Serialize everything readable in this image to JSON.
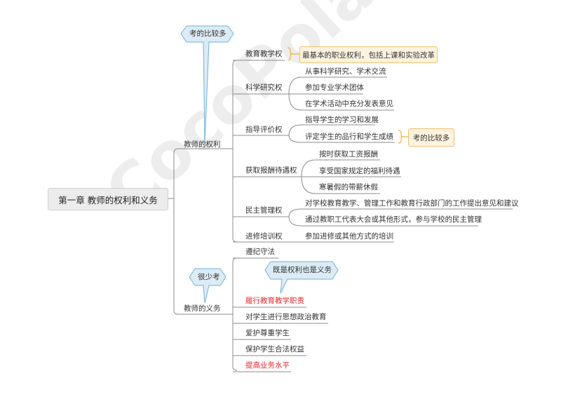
{
  "watermark": "CocoPolaris",
  "colors": {
    "line": "#8c8c8c",
    "accent_red": "#e8262a",
    "callout_fill": "#dcebf5",
    "callout_border": "#6fb3d8",
    "note_fill": "#fdf3df",
    "note_border": "#f0c070"
  },
  "root": {
    "title": "第一章 教师的权利和义务"
  },
  "rights": {
    "label": "教师的权利",
    "callout": "考的比较多",
    "items": [
      {
        "label": "教育教学权",
        "note": "最基本的职业权利，包括上课和实验改革"
      },
      {
        "label": "科学研究权",
        "leaves": [
          "从事科学研究、学术交流",
          "参加专业学术团体",
          "在学术活动中充分发表意见"
        ]
      },
      {
        "label": "指导评价权",
        "leaves": [
          "指导学生的学习和发展",
          "评定学生的品行和学生成绩"
        ],
        "note": "考的比较多"
      },
      {
        "label": "获取报酬待遇权",
        "leaves": [
          "按时获取工资报酬",
          "享受国家规定的福利待遇",
          "寒暑假的带薪休假"
        ]
      },
      {
        "label": "民主管理权",
        "leaves": [
          "对学校教育教学、管理工作和教育行政部门的工作提出意见和建议",
          "通过教职工代表大会或其他形式，参与学校的民主管理"
        ]
      },
      {
        "label": "进修培训权",
        "leaves": [
          "参加进修或其他方式的培训"
        ]
      }
    ]
  },
  "duties": {
    "label": "教师的义务",
    "callout": "很少考",
    "items_callout": "既是权利也是义务",
    "items": [
      "遵纪守法",
      "履行教育教学职责",
      "对学生进行思想政治教育",
      "爱护尊重学生",
      "保护学生合法权益",
      "提高业务水平"
    ]
  }
}
